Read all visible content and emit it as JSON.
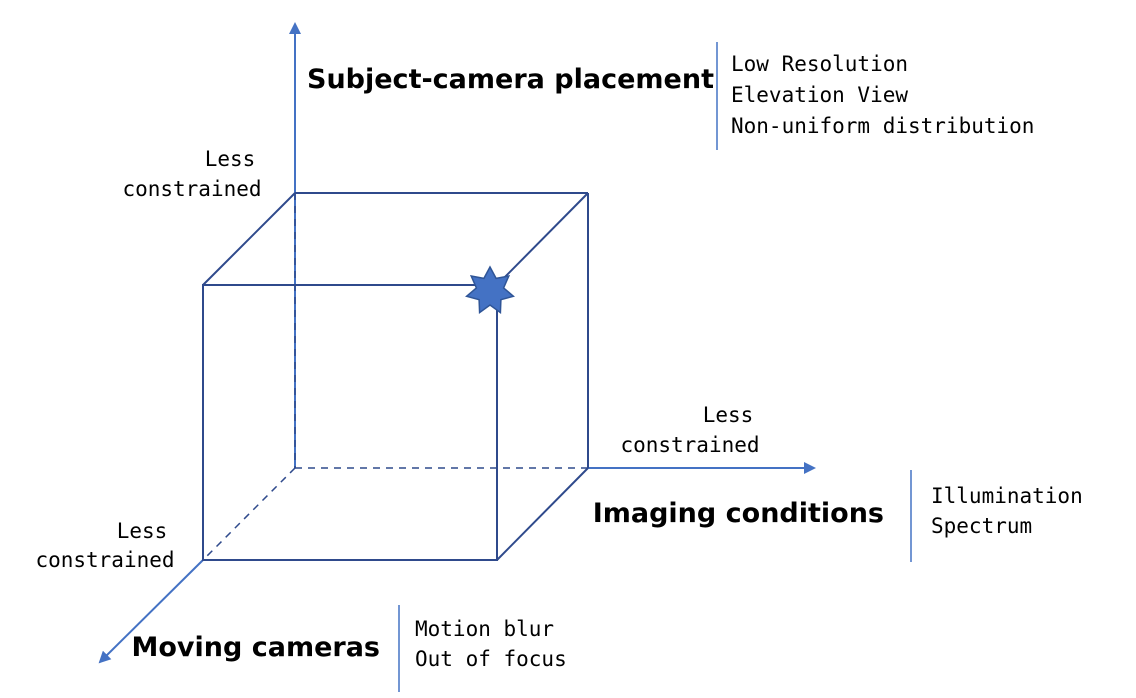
{
  "colors": {
    "axis": "#4472C4",
    "cube_edge": "#2F4A8C",
    "star_fill": "#4472C4",
    "star_stroke": "#2F5597",
    "text": "#000000"
  },
  "axes": {
    "vertical": {
      "title": "Subject-camera placement",
      "less_line1": "Less",
      "less_line2": "constrained",
      "factors": [
        "Low Resolution",
        "Elevation View",
        "Non-uniform distribution"
      ]
    },
    "horizontal": {
      "title": "Imaging conditions",
      "less_line1": "Less",
      "less_line2": "constrained",
      "factors": [
        "Illumination",
        "Spectrum"
      ]
    },
    "depth": {
      "title": "Moving cameras",
      "less_line1": "Less",
      "less_line2": "constrained",
      "factors": [
        "Motion blur",
        "Out of focus"
      ]
    }
  },
  "marker": {
    "icon": "seven-point-star-icon"
  }
}
